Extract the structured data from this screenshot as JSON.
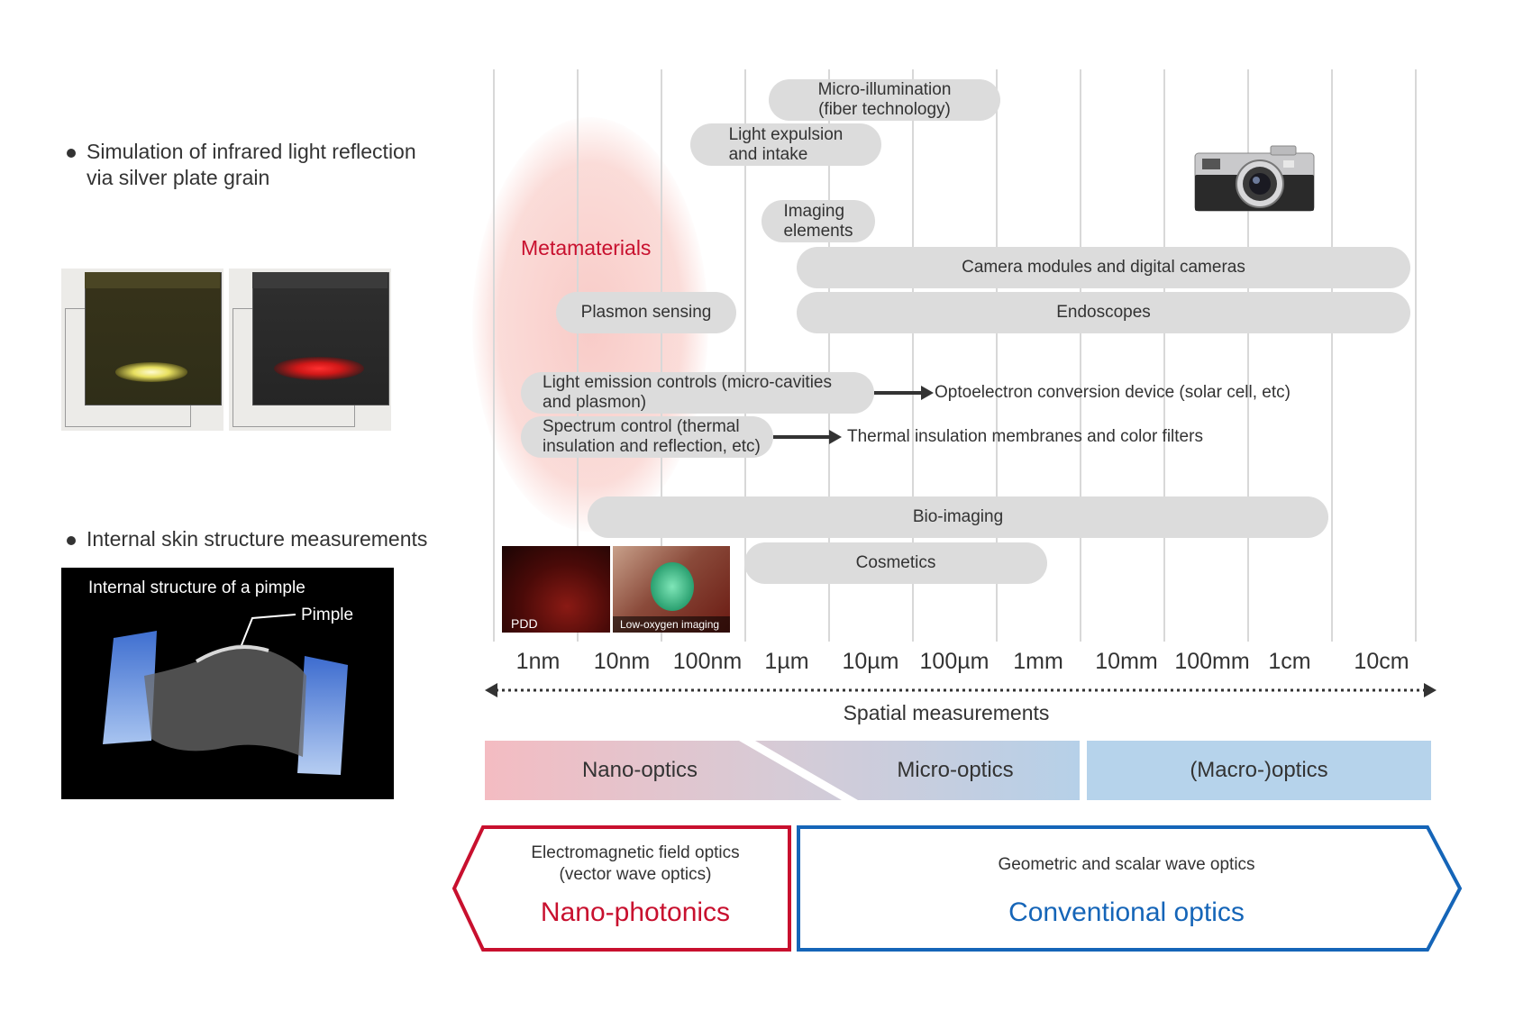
{
  "left": {
    "bullet1": [
      "Simulation of infrared light reflection",
      "via silver plate grain"
    ],
    "bullet2": "Internal skin structure measurements",
    "skin_image": {
      "title": "Internal structure of a pimple",
      "pimple_label": "Pimple"
    }
  },
  "ticks": [
    "1nm",
    "10nm",
    "100nm",
    "1µm",
    "10µm",
    "100µm",
    "1mm",
    "10mm",
    "100mm",
    "1cm",
    "10cm"
  ],
  "metamaterials": "Metamaterials",
  "applications": {
    "micro_illumination": [
      "Micro-illumination",
      "(fiber technology)"
    ],
    "light_expulsion": [
      "Light expulsion",
      "and intake"
    ],
    "imaging_elements": [
      "Imaging",
      "elements"
    ],
    "camera_modules": "Camera modules and digital cameras",
    "plasmon_sensing": "Plasmon sensing",
    "endoscopes": "Endoscopes",
    "light_emission": [
      "Light emission controls (micro-cavities",
      "and plasmon)"
    ],
    "optoelectron": "Optoelectron conversion device (solar cell, etc)",
    "spectrum_control": [
      "Spectrum control (thermal",
      "insulation and reflection, etc)"
    ],
    "thermal_insulation": "Thermal insulation membranes and color filters",
    "bio_imaging": "Bio-imaging",
    "cosmetics": "Cosmetics"
  },
  "photos": {
    "pdd": "PDD",
    "low_oxygen": "Low-oxygen imaging"
  },
  "axis_label": "Spatial measurements",
  "bands": {
    "nano": "Nano-optics",
    "micro": "Micro-optics",
    "macro": "(Macro-)optics"
  },
  "boxes": {
    "left": {
      "line1": "Electromagnetic field optics",
      "line2": "(vector wave optics)",
      "title": "Nano-photonics"
    },
    "right": {
      "line1": "Geometric and scalar wave optics",
      "title": "Conventional optics"
    }
  },
  "colors": {
    "red": "#c8102e",
    "blue": "#1565b8",
    "pill": "#dcdcdc"
  }
}
